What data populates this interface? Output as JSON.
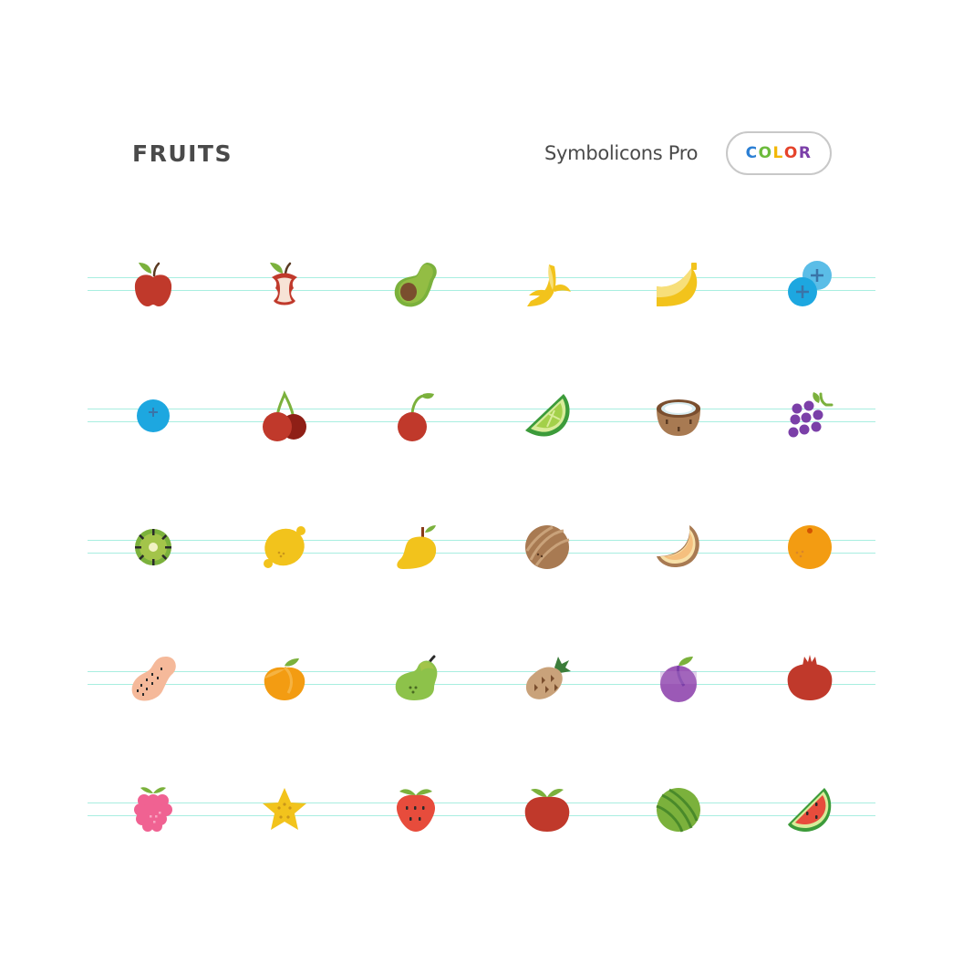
{
  "header": {
    "title": "FRUITS",
    "brand": "Symbolicons Pro",
    "badge_letters": [
      {
        "ch": "C",
        "color": "#2b7fd4"
      },
      {
        "ch": "O",
        "color": "#6cbb3c"
      },
      {
        "ch": "L",
        "color": "#f2b705"
      },
      {
        "ch": "O",
        "color": "#e5432b"
      },
      {
        "ch": "R",
        "color": "#7b3fa8"
      }
    ]
  },
  "colors": {
    "guide": "#a8eee0",
    "text": "#4a4a4a",
    "pill_border": "#c8c8c8"
  },
  "icons": [
    [
      "apple-icon",
      "apple-core-icon",
      "avocado-icon",
      "banana-peeled-icon",
      "banana-icon",
      "blueberries-icon"
    ],
    [
      "blueberry-icon",
      "cherries-icon",
      "cherry-icon",
      "lime-slice-icon",
      "coconut-icon",
      "grapes-icon"
    ],
    [
      "kiwi-icon",
      "lemon-icon",
      "mango-icon",
      "kiwano-icon",
      "melon-slice-icon",
      "orange-icon"
    ],
    [
      "papaya-icon",
      "peach-icon",
      "pear-icon",
      "pineapple-icon",
      "plum-icon",
      "pomegranate-icon"
    ],
    [
      "raspberry-icon",
      "star-fruit-icon",
      "strawberry-icon",
      "tomato-icon",
      "watermelon-icon",
      "watermelon-slice-icon"
    ]
  ]
}
